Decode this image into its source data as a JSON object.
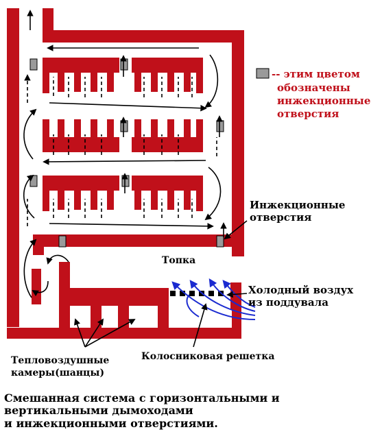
{
  "legend": {
    "line1": "-- этим цветом",
    "line2": "обозначены",
    "line3": "инжекционные",
    "line4": "отверстия",
    "color": "#c0101a",
    "swatch_color": "#9a9a9a"
  },
  "labels": {
    "injection_line1": "Инжекционные",
    "injection_line2": "отверстия",
    "firebox": "Топка",
    "cold_air_line1": "Холодный воздух",
    "cold_air_line2": "из поддувала",
    "grate": "Колосниковая решетка",
    "chambers_line1": "Тепловоздушные",
    "chambers_line2": "камеры(шанцы)"
  },
  "caption": {
    "line1": "Смешанная система с горизонтальными и",
    "line2": "вертикальными дымоходами",
    "line3": "и инжекционными отверстиями."
  },
  "colors": {
    "brick": "#c0101a",
    "injection_hole": "#9a9a9a",
    "air_flow": "#1a2ad0"
  }
}
